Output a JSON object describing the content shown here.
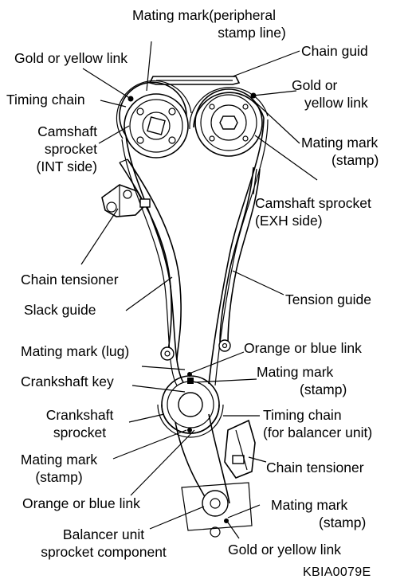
{
  "figure_code": "KBIA0079E",
  "labels": {
    "mating_mark_peripheral": [
      "Mating mark(peripheral",
      "stamp line)"
    ],
    "chain_guide": "Chain guid",
    "gold_yellow_link_top_left": "Gold or yellow link",
    "gold_yellow_link_top_right": [
      "Gold or",
      "yellow link"
    ],
    "timing_chain": "Timing chain",
    "camshaft_sprocket_int": [
      "Camshaft",
      "sprocket",
      "(INT side)"
    ],
    "mating_mark_stamp_cam": [
      "Mating mark",
      "(stamp)"
    ],
    "camshaft_sprocket_exh": [
      "Camshaft sprocket",
      "(EXH side)"
    ],
    "chain_tensioner_upper": "Chain tensioner",
    "slack_guide": "Slack guide",
    "tension_guide": "Tension guide",
    "mating_mark_lug": "Mating mark (lug)",
    "orange_blue_link_upper": "Orange or blue link",
    "crankshaft_key": "Crankshaft key",
    "mating_mark_stamp_crank": [
      "Mating mark",
      "(stamp)"
    ],
    "crankshaft_sprocket": [
      "Crankshaft",
      "sprocket"
    ],
    "timing_chain_balancer": [
      "Timing chain",
      "(for balancer unit)"
    ],
    "mating_mark_stamp_lower_left": [
      "Mating mark",
      "(stamp)"
    ],
    "chain_tensioner_lower": "Chain tensioner",
    "orange_blue_link_lower": "Orange or blue link",
    "mating_mark_stamp_balancer": [
      "Mating mark",
      "(stamp)"
    ],
    "balancer_unit_sprocket": [
      "Balancer unit",
      "sprocket component"
    ],
    "gold_yellow_link_bottom": "Gold or yellow link"
  }
}
